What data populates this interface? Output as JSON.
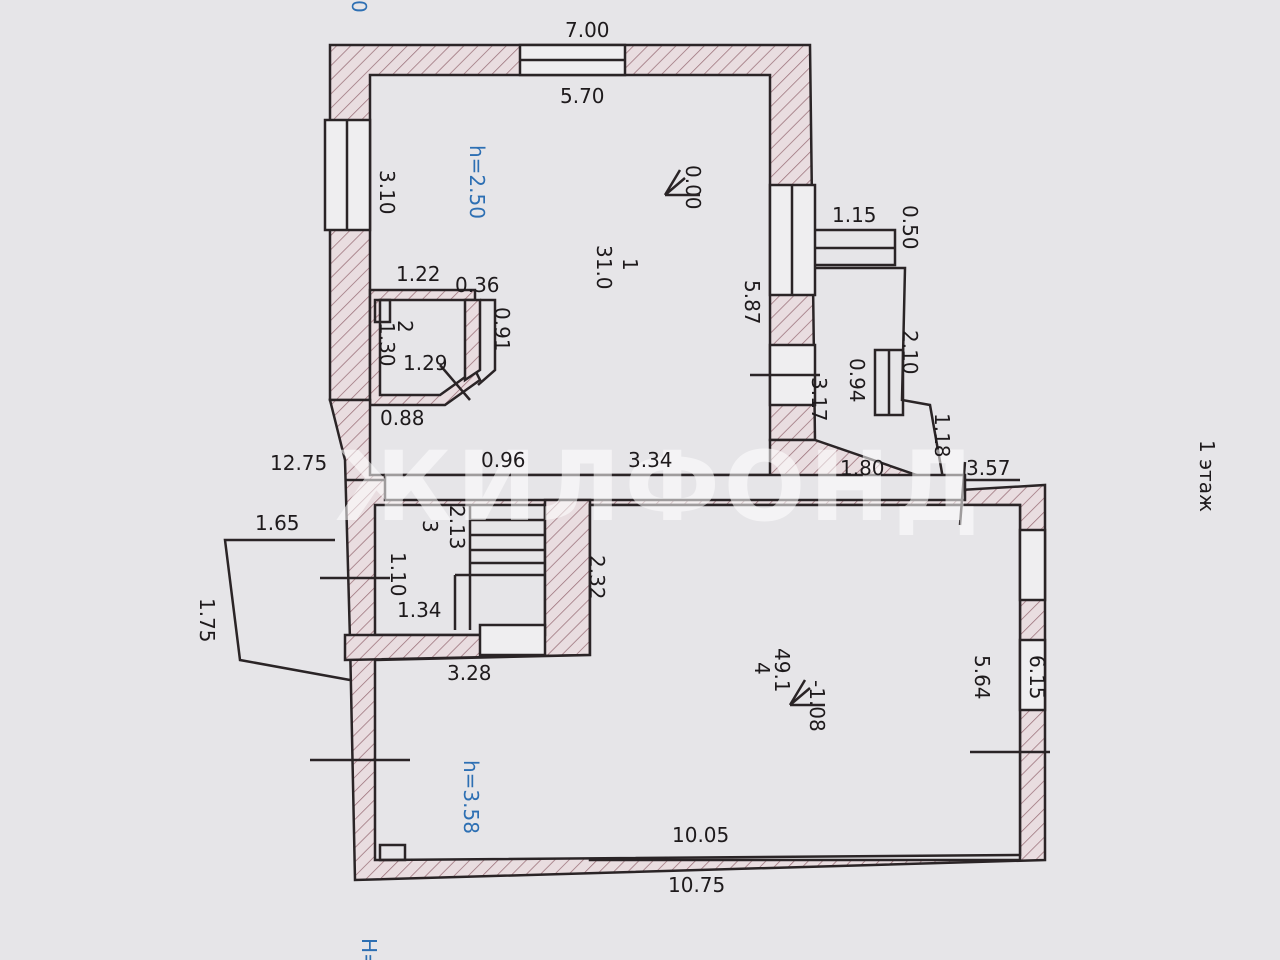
{
  "floor_label": "1 этаж",
  "watermark": "ЖИЛФОНД",
  "edge_fragments": {
    "top_left": "0",
    "bottom_right": "H="
  },
  "rooms": [
    {
      "number": "1",
      "area": "31.0",
      "level": "0.00",
      "height": "h=2.50"
    },
    {
      "number": "2"
    },
    {
      "number": "3"
    },
    {
      "number": "4",
      "area": "49.1",
      "level": "-1.08",
      "height": "h=3.58"
    }
  ],
  "dimensions": {
    "d7_00": "7.00",
    "d5_70": "5.70",
    "d3_10": "3.10",
    "d5_87": "5.87",
    "d1_15": "1.15",
    "d0_50": "0.50",
    "d2_10": "2.10",
    "d0_94": "0.94",
    "d3_17": "3.17",
    "d1_18": "1.18",
    "d1_80": "1.80",
    "d3_57": "3.57",
    "d1_22": "1.22",
    "d0_36": "0.36",
    "d0_91": "0.91",
    "d1_30": "1.30",
    "d1_29": "1.29",
    "d0_88": "0.88",
    "d0_96": "0.96",
    "d3_34": "3.34",
    "d12_75": "12.75",
    "d2_13": "2.13",
    "d1_10": "1.10",
    "d1_34": "1.34",
    "d2_32": "2.32",
    "d1_65": "1.65",
    "d1_75": "1.75",
    "d3_28": "3.28",
    "d5_64": "5.64",
    "d6_15": "6.15",
    "d10_05": "10.05",
    "d10_75": "10.75"
  }
}
